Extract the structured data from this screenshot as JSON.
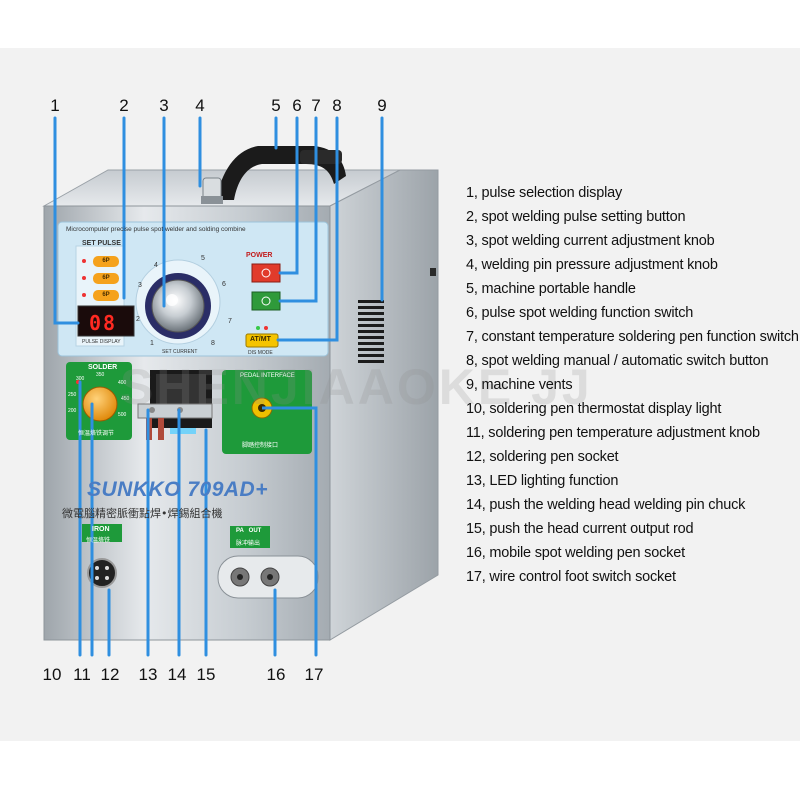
{
  "legend": [
    "1, pulse selection display",
    "2, spot welding pulse setting button",
    "3, spot welding current adjustment knob",
    "4, welding pin pressure adjustment knob",
    "5, machine portable handle",
    "6, pulse spot welding function switch",
    "7, constant temperature soldering pen function switch",
    "8, spot welding manual / automatic switch button",
    "9, machine vents",
    "10, soldering pen thermostat display light",
    "11, soldering pen temperature adjustment knob",
    "12, soldering pen socket",
    "13, LED lighting function",
    "14, push the welding head welding pin chuck",
    "15, push the head current output rod",
    "16, mobile spot welding pen socket",
    "17, wire control foot switch socket"
  ],
  "callout_numbers": [
    "1",
    "2",
    "3",
    "4",
    "5",
    "6",
    "7",
    "8",
    "9",
    "10",
    "11",
    "12",
    "13",
    "14",
    "15",
    "16",
    "17"
  ],
  "panel": {
    "header_text": "Microcomputer precise pulse spot welder and solding combine",
    "set_pulse": "SET PULSE",
    "pulse_buttons": [
      "6P",
      "6P",
      "6P"
    ],
    "display_digits": "08",
    "pulse_display": "PULSE DISPLAY",
    "power": "POWER",
    "dial_numbers": [
      "1",
      "2",
      "3",
      "4",
      "5",
      "6",
      "7",
      "8"
    ],
    "set_current": "SET CURRENT",
    "mode_button": "AT/MT",
    "dis_mode": "DIS MODE",
    "solder": "SOLDER",
    "solder_scale": [
      "200",
      "250",
      "300",
      "350",
      "400",
      "450",
      "500"
    ],
    "solder_caption": "恒温烙铁调节",
    "pedal_interface": "PEDAL INTERFACE",
    "pedal_caption": "脚踏控制接口",
    "brand": "SUNKKO 709AD+",
    "cn_title": "微電腦精密脈衝點焊•焊錫組合機",
    "iron": "IRON",
    "iron_cn": "恒温烙铁",
    "pa_out": "PA   OUT",
    "pa_out_cn": "脉冲输出"
  },
  "watermark": "SHENJIAAOKE JJ",
  "colors": {
    "callout_line": "#2f8fe0",
    "panel_blue": "#cfe7f4",
    "green_panel": "#1e9a3a",
    "digits_red": "#ff2a22",
    "knob_orange": "#f5a21c"
  }
}
